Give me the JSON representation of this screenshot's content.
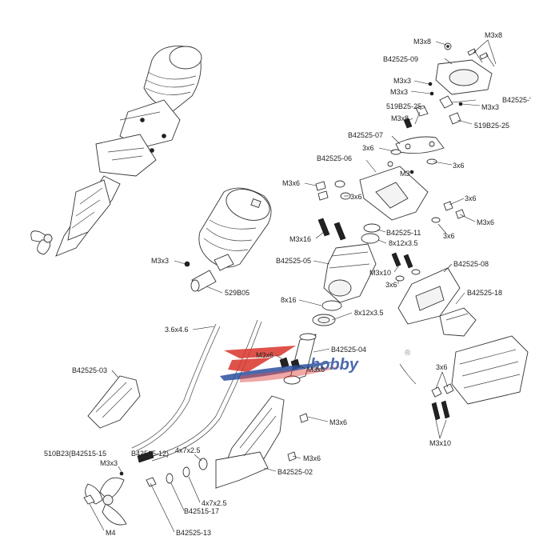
{
  "labels": {
    "m3x8_a": "M3x8",
    "m3x8_b": "M3x8",
    "b42525_09": "B42525-09",
    "m3x3_a": "M3x3",
    "m3x3_b": "M3x3",
    "b42525_trunc": "B42525-'",
    "m3x3_c": "M3x3",
    "b519_25_a": "519B25-25",
    "m3x8_c": "M3x8",
    "b519_25_b": "519B25-25",
    "b42525_07": "B42525-07",
    "x3x6_a": "3x6",
    "b42525_06": "B42525-06",
    "m3": "M3",
    "x3x6_b": "3x6",
    "m3x6_a": "M3x6",
    "x3x6_c": "3x6",
    "x3x6_d": "3x6",
    "m3x6_b": "M3x6",
    "x3x6_e": "3x6",
    "b42525_11": "B42525-11",
    "m3x16": "M3x16",
    "x8x12_a": "8x12x3.5",
    "m3x3_d": "M3x3",
    "b42525_05": "B42525-05",
    "b42525_08": "B42525-08",
    "m3x10_a": "M3x10",
    "x3x6_f": "3x6",
    "b529_05": "529B05",
    "b42525_18": "B42525-18",
    "x8x16": "8x16",
    "x8x12_b": "8x12x3.5",
    "x36x46": "3.6x4.6",
    "b42525_04": "B42525-04",
    "m3x6_c": "M3x6",
    "m3x6_d": "M3x6",
    "b42525_03": "B42525-03",
    "x3x6_g": "3x6",
    "m3x6_e": "M3x6",
    "m3x10_b": "M3x10",
    "b510_23": "510B23(B42515-15",
    "b42515_12": "B42515-12)",
    "x4x7_a": "4x7x2.5",
    "m3x6_f": "M3x6",
    "m3x3_e": "M3x3",
    "b42525_02": "B42525-02",
    "x4x7_b": "4x7x2.5",
    "b42515_17": "B42515-17",
    "m4": "M4",
    "b42525_13": "B42525-13"
  },
  "watermark": {
    "text": "hobby",
    "registered": "®",
    "red": "#d9342b",
    "blue": "#2c4f9e"
  }
}
